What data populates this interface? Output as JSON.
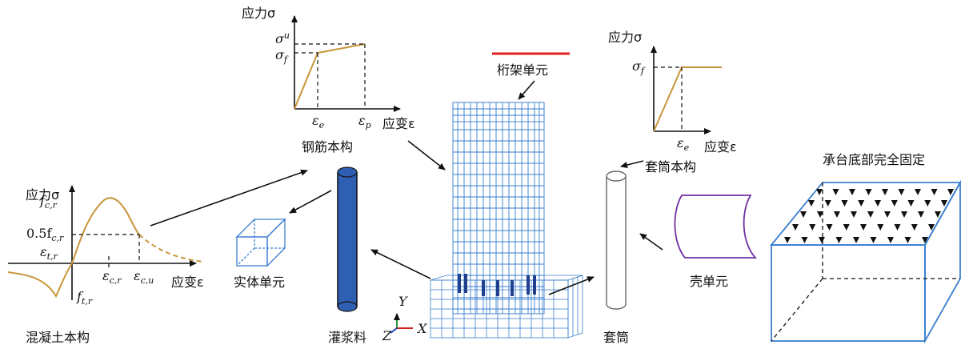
{
  "concrete_model": {
    "ylabel": "应力σ",
    "xlabel": "应变ε",
    "caption": "混凝土本构",
    "y_fc": "f",
    "y_fc_sub": "c,r",
    "y_half": "0.5f",
    "y_half_sub": "c,r",
    "y_eps_t": "ε",
    "y_eps_t_sub": "t,r",
    "y_ft": "f",
    "y_ft_sub": "t,r",
    "x_eps_c": "ε",
    "x_eps_c_sub": "c,r",
    "x_eps_u": "ε",
    "x_eps_u_sub": "c,u"
  },
  "steel_model": {
    "ylabel": "应力σ",
    "xlabel": "应变ε",
    "caption": "钢筋本构",
    "sigma_u": "σ",
    "sigma_u_sub": "u",
    "sigma_f": "σ",
    "sigma_f_sub": "f",
    "eps_e": "ε",
    "eps_e_sub": "e",
    "eps_p": "ε",
    "eps_p_sub": "p"
  },
  "sleeve_model": {
    "ylabel": "应力σ",
    "xlabel": "应变ε",
    "caption": "套筒本构",
    "sigma_f": "σ",
    "sigma_f_sub": "f",
    "eps_e": "ε",
    "eps_e_sub": "e"
  },
  "labels": {
    "truss": "桁架单元",
    "solid": "实体单元",
    "grout": "灌浆料",
    "sleeve": "套筒",
    "shell": "壳单元",
    "fixed": "承台底部完全固定"
  },
  "axes": {
    "y": "Y",
    "z": "Z",
    "x": "X"
  },
  "colors": {
    "curve": "#c8963a",
    "mesh": "#3b7fd0",
    "truss": "#e02020",
    "shell": "#7030a0",
    "grout": "#2f5fb3"
  }
}
